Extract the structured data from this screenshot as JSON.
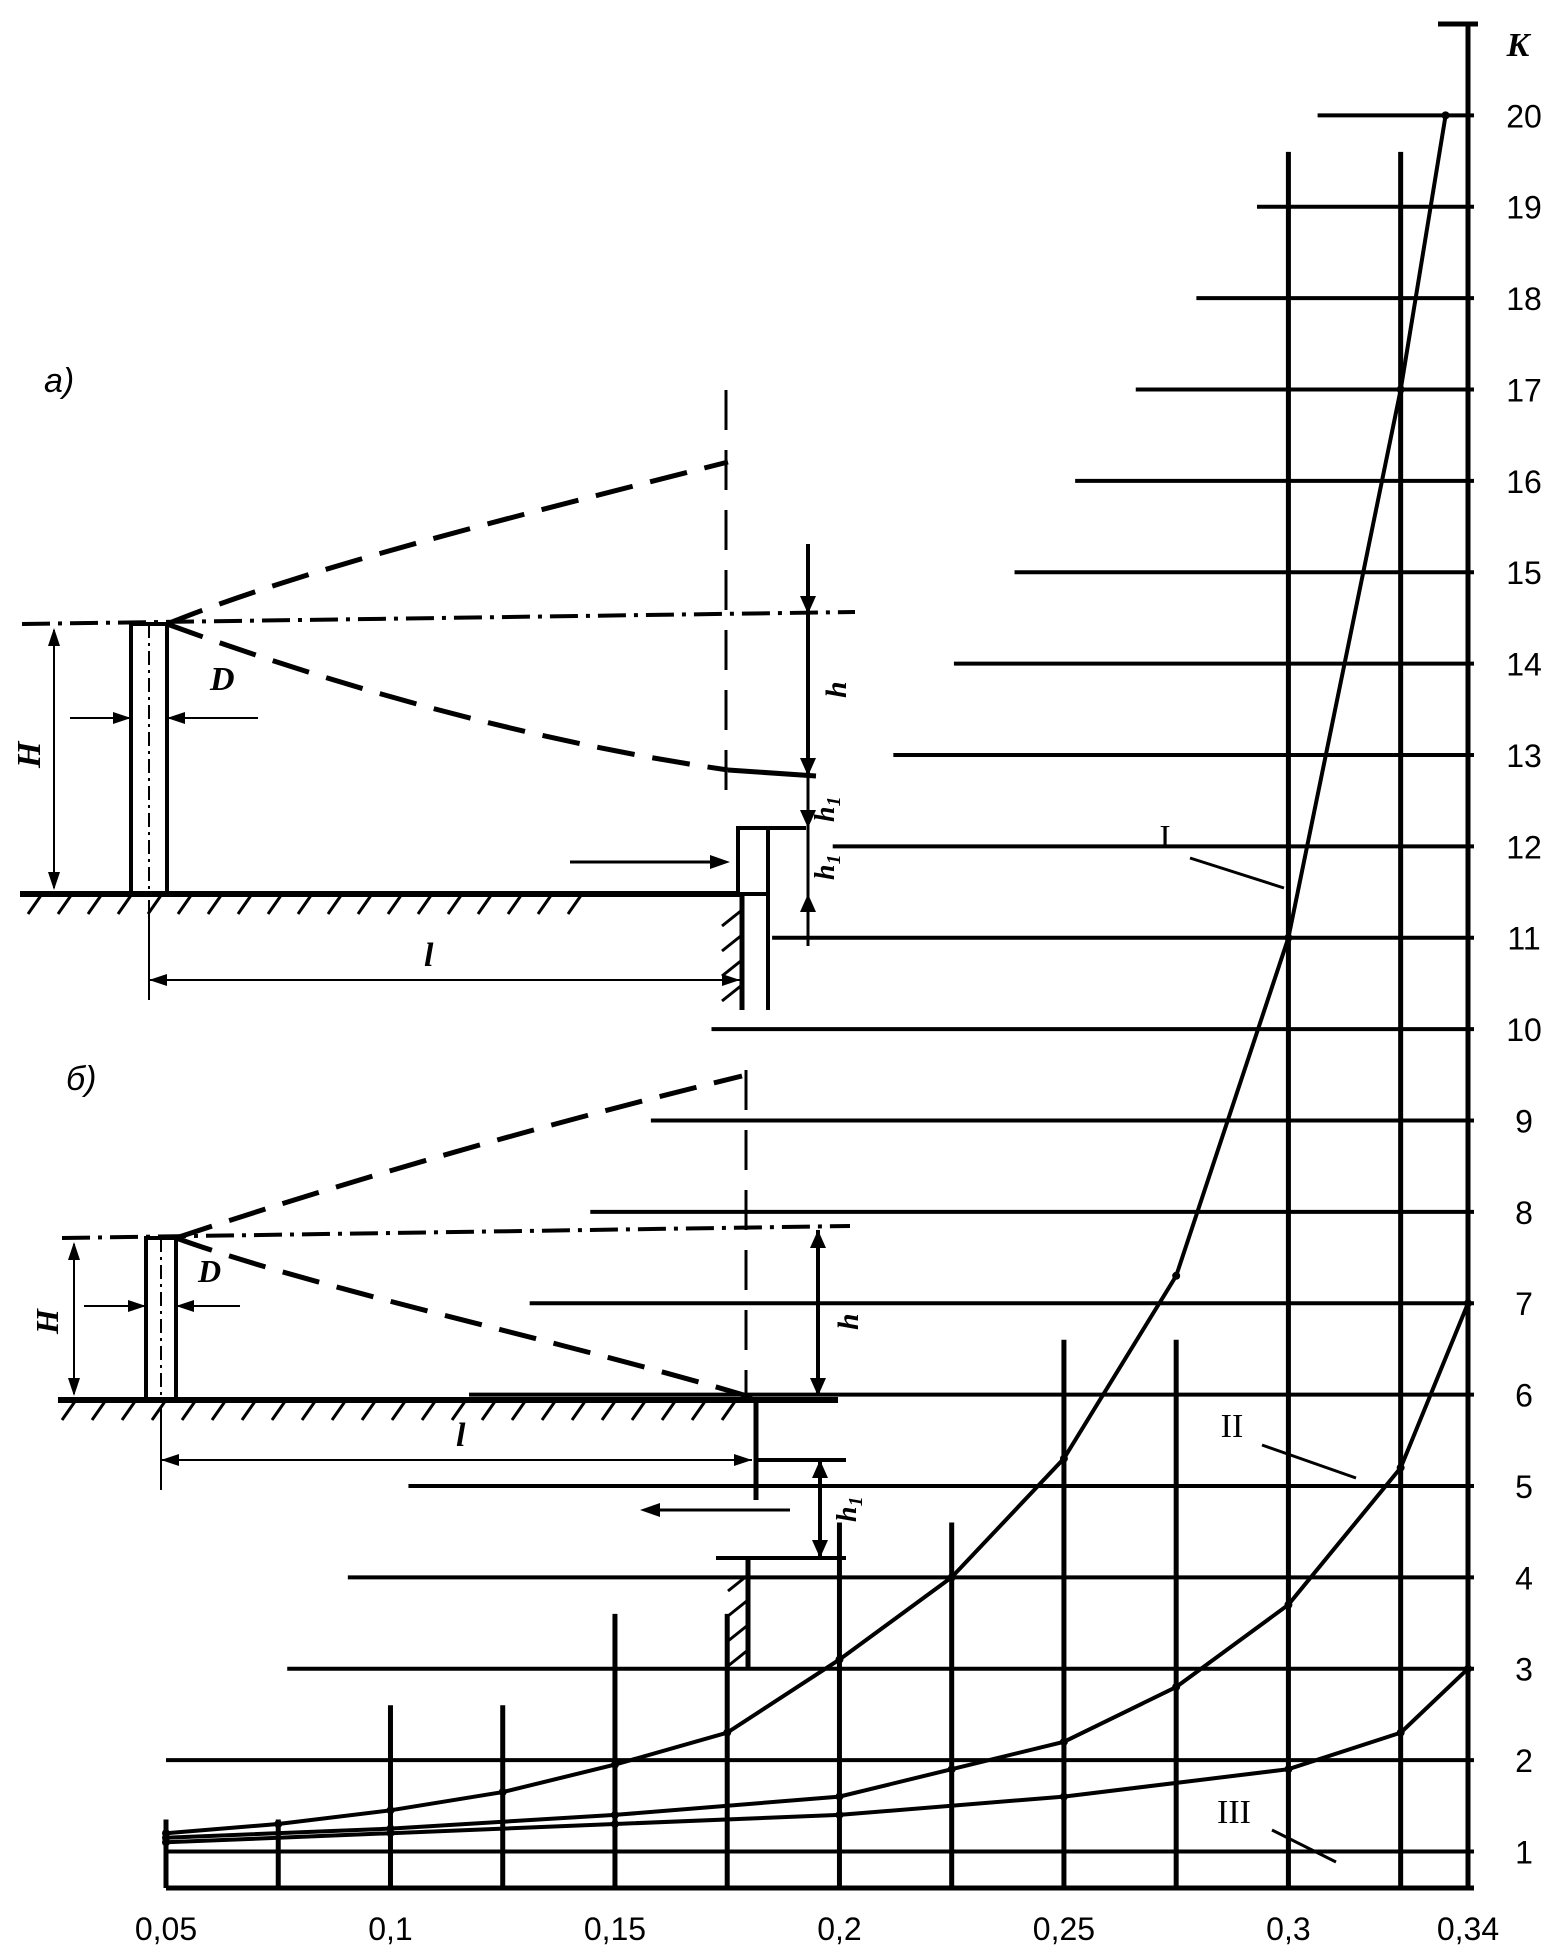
{
  "chart_data": {
    "type": "line",
    "title": "",
    "xlabel": "",
    "ylabel": "K",
    "x_ticks": [
      "0,05",
      "0,1",
      "0,15",
      "0,2",
      "0,25",
      "0,3",
      "0,34"
    ],
    "x_tick_values": [
      0.05,
      0.1,
      0.15,
      0.2,
      0.25,
      0.3,
      0.34
    ],
    "y_ticks": [
      "1",
      "2",
      "3",
      "4",
      "5",
      "6",
      "7",
      "8",
      "9",
      "10",
      "11",
      "12",
      "13",
      "14",
      "15",
      "16",
      "17",
      "18",
      "19",
      "20"
    ],
    "xlim": [
      0.05,
      0.34
    ],
    "ylim": [
      0.6,
      21
    ],
    "grid": true,
    "series": [
      {
        "name": "I",
        "x": [
          0.05,
          0.075,
          0.1,
          0.125,
          0.15,
          0.175,
          0.2,
          0.225,
          0.25,
          0.275,
          0.3,
          0.325,
          0.335
        ],
        "y": [
          1.2,
          1.3,
          1.45,
          1.65,
          1.95,
          2.3,
          3.1,
          4.0,
          5.3,
          7.3,
          11.0,
          17.0,
          20.0
        ]
      },
      {
        "name": "II",
        "x": [
          0.05,
          0.1,
          0.15,
          0.2,
          0.225,
          0.25,
          0.275,
          0.3,
          0.325,
          0.34
        ],
        "y": [
          1.15,
          1.25,
          1.4,
          1.6,
          1.9,
          2.2,
          2.8,
          3.7,
          5.2,
          7.0
        ]
      },
      {
        "name": "III",
        "x": [
          0.05,
          0.1,
          0.15,
          0.2,
          0.25,
          0.3,
          0.325,
          0.34
        ],
        "y": [
          1.1,
          1.2,
          1.3,
          1.4,
          1.6,
          1.9,
          2.3,
          3.0
        ]
      }
    ]
  },
  "diagram": {
    "panel_a": "а)",
    "panel_b": "б)",
    "label_H": "H",
    "label_D": "D",
    "label_h": "h",
    "label_h1": "h",
    "label_h1_sub": "1",
    "label_l": "l"
  }
}
